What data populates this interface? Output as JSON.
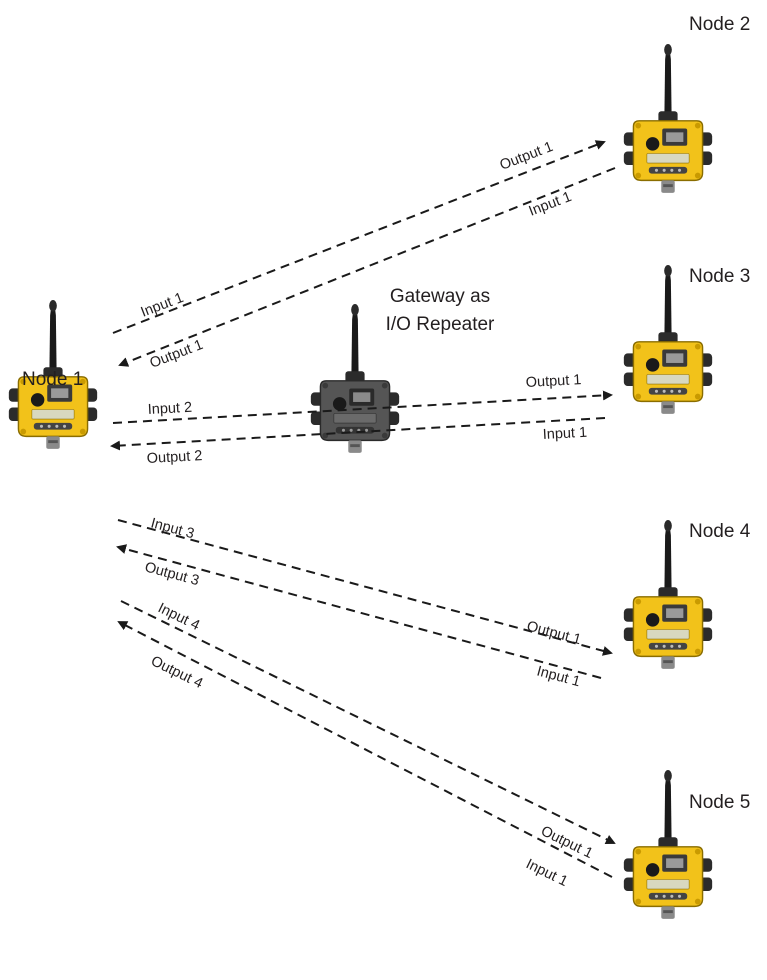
{
  "gateway": {
    "title_line1": "Gateway as",
    "title_line2": "I/O Repeater"
  },
  "nodes": [
    {
      "id": "node1",
      "name": "Node 1"
    },
    {
      "id": "node2",
      "name": "Node 2"
    },
    {
      "id": "node3",
      "name": "Node 3"
    },
    {
      "id": "node4",
      "name": "Node 4"
    },
    {
      "id": "node5",
      "name": "Node 5"
    }
  ],
  "links": [
    {
      "from": "node1",
      "to": "node2",
      "label": "Input 1"
    },
    {
      "from": "node2",
      "to": "node1",
      "label": "Output 1"
    },
    {
      "from": "node1",
      "to": "node2",
      "label": "Output 1"
    },
    {
      "from": "node2",
      "to": "node1",
      "label": "Input 1"
    },
    {
      "from": "node1",
      "to": "node3",
      "label": "Input 2"
    },
    {
      "from": "node3",
      "to": "node1",
      "label": "Output 2"
    },
    {
      "from": "node1",
      "to": "node3",
      "label": "Output 1"
    },
    {
      "from": "node3",
      "to": "node1",
      "label": "Input 1"
    },
    {
      "from": "node1",
      "to": "node4",
      "label": "Input 3"
    },
    {
      "from": "node4",
      "to": "node1",
      "label": "Output 3"
    },
    {
      "from": "node1",
      "to": "node4",
      "label": "Output 1"
    },
    {
      "from": "node4",
      "to": "node1",
      "label": "Input 1"
    },
    {
      "from": "node1",
      "to": "node5",
      "label": "Input 4"
    },
    {
      "from": "node5",
      "to": "node1",
      "label": "Output 4"
    },
    {
      "from": "node1",
      "to": "node5",
      "label": "Output 1"
    },
    {
      "from": "node5",
      "to": "node1",
      "label": "Input 1"
    }
  ],
  "colors": {
    "node_body": "#f2c21a",
    "node_outline": "#8a6d00",
    "gateway_body": "#555555",
    "connector": "#2b2b2b",
    "antenna": "#1a1a1a",
    "line": "#1a1a1a"
  }
}
